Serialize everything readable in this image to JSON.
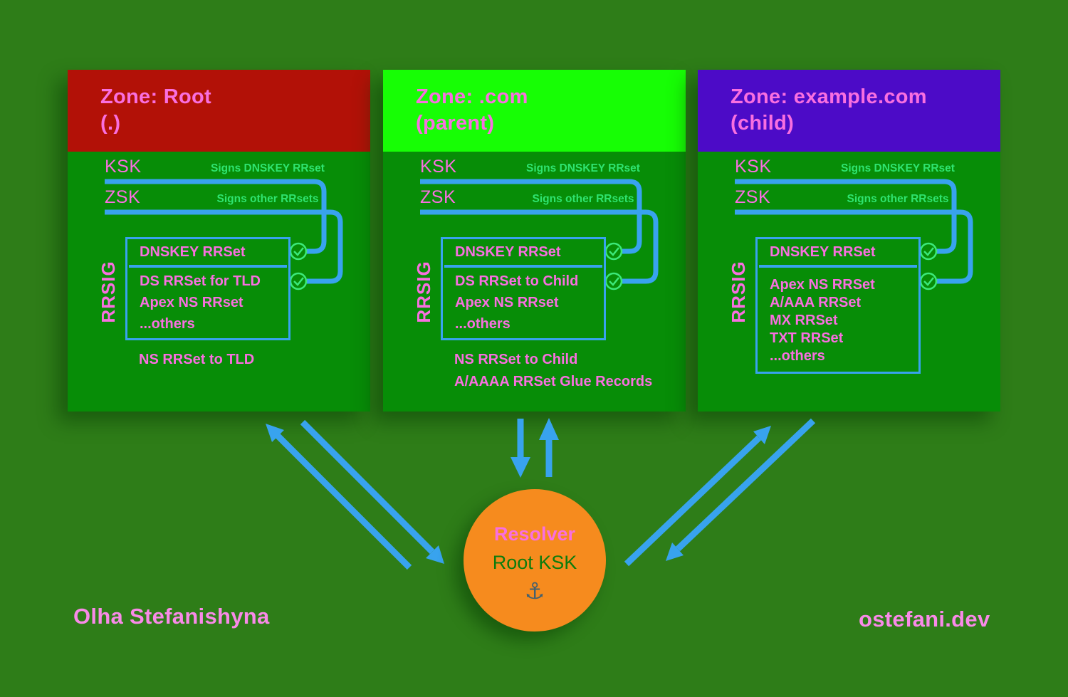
{
  "page": {
    "author": "Olha Stefanishyna",
    "site": "ostefani.dev"
  },
  "resolver": {
    "title": "Resolver",
    "subtitle": "Root KSK",
    "icon": "anchor-icon",
    "anchor_glyph": "⚓"
  },
  "zones": [
    {
      "title": "Zone: Root",
      "subtitle": "(.)",
      "ksk_label": "KSK",
      "ksk_note": "Signs DNSKEY RRset",
      "zsk_label": "ZSK",
      "zsk_note": "Signs other RRsets",
      "rrsig_label": "RRSIG",
      "box_title": "DNSKEY RRSet",
      "box_lines": "DS RRSet for TLD\nApex NS RRset\n...others",
      "below_lines": "NS RRSet to TLD"
    },
    {
      "title": "Zone: .com",
      "subtitle": "(parent)",
      "ksk_label": "KSK",
      "ksk_note": "Signs DNSKEY RRset",
      "zsk_label": "ZSK",
      "zsk_note": "Signs other RRsets",
      "rrsig_label": "RRSIG",
      "box_title": "DNSKEY RRSet",
      "box_lines": "DS RRSet to Child\nApex NS RRset\n...others",
      "below_lines": "NS RRSet to Child\nA/AAAA RRSet Glue Records"
    },
    {
      "title": "Zone: example.com",
      "subtitle": "(child)",
      "ksk_label": "KSK",
      "ksk_note": "Signs DNSKEY RRset",
      "zsk_label": "ZSK",
      "zsk_note": "Signs other RRsets",
      "rrsig_label": "RRSIG",
      "box_title": "DNSKEY RRSet",
      "box_lines": "Apex NS RRSet\nA/AAA RRSet\nMX RRSet\nTXT RRSet\n...others",
      "below_lines": ""
    }
  ],
  "colors": {
    "background": "#2e7d18",
    "zone_body": "#078d07",
    "zone_root_header": "#b21107",
    "zone_com_header": "#17fe05",
    "zone_child_header": "#4c0bc7",
    "pink_text": "#f96fe0",
    "green_note_text": "#2fe370",
    "blue_line": "#38a3ee",
    "check_green": "#3ce87a",
    "resolver_orange": "#f68b1e",
    "resolver_subtitle_green": "#0d7c0d"
  }
}
